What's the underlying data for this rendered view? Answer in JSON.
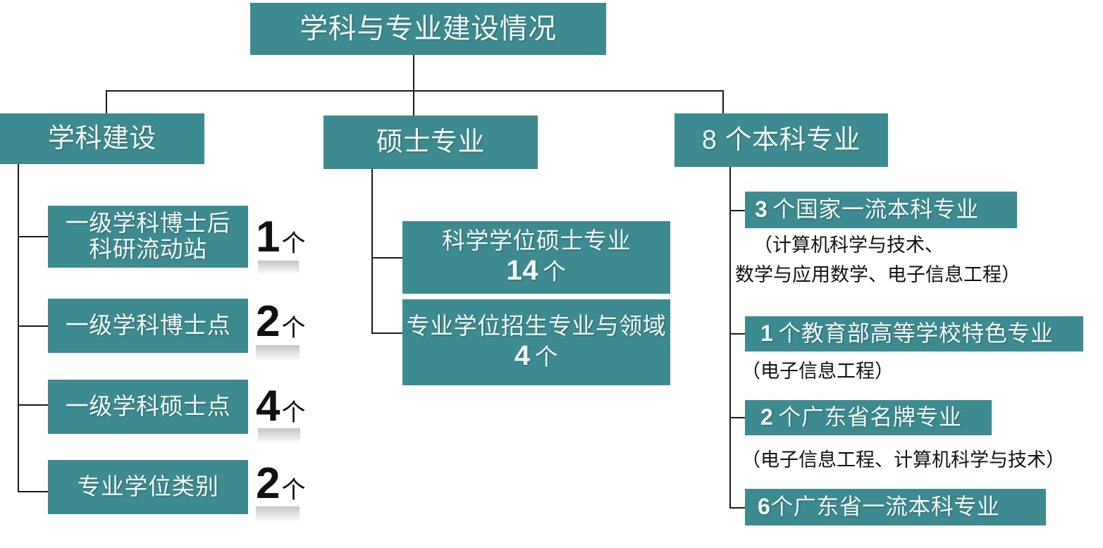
{
  "title": "学科与专业建设情况",
  "colors": {
    "box_fill": "#3d8a91",
    "box_text": "#f2fbfb",
    "line": "#1a1a1a",
    "caption_text": "#111111",
    "background": "#ffffff"
  },
  "root": {
    "label": "学科与专业建设情况"
  },
  "branches": [
    {
      "key": "discipline",
      "label": "学科建设",
      "children": [
        {
          "label_line1": "一级学科博士后",
          "label_line2": "科研流动站",
          "count": "1",
          "unit": "个"
        },
        {
          "label_line1": "一级学科博士点",
          "label_line2": "",
          "count": "2",
          "unit": "个"
        },
        {
          "label_line1": "一级学科硕士点",
          "label_line2": "",
          "count": "4",
          "unit": "个"
        },
        {
          "label_line1": "专业学位类别",
          "label_line2": "",
          "count": "2",
          "unit": "个"
        }
      ]
    },
    {
      "key": "master",
      "label": "硕士专业",
      "children": [
        {
          "label_line1": "科学学位硕士专业",
          "count": "14",
          "unit": "个"
        },
        {
          "label_line1": "专业学位招生专业与领域",
          "count": "4",
          "unit": "个"
        }
      ]
    },
    {
      "key": "undergraduate",
      "label": "8 个本科专业",
      "children": [
        {
          "count": "3",
          "unit": "个",
          "label": "国家一流本科专业",
          "note_line1": "（计算机科学与技术、",
          "note_line2": "数学与应用数学、电子信息工程）"
        },
        {
          "count": "1",
          "unit": "个",
          "label": "教育部高等学校特色专业",
          "note_line1": "（电子信息工程）",
          "note_line2": ""
        },
        {
          "count": "2",
          "unit": "个",
          "label": "广东省名牌专业",
          "note_line1": "（电子信息工程、计算机科学与技术）",
          "note_line2": ""
        },
        {
          "count": "6",
          "unit": "个",
          "label": "广东省一流本科专业",
          "note_line1": "",
          "note_line2": ""
        }
      ]
    }
  ]
}
